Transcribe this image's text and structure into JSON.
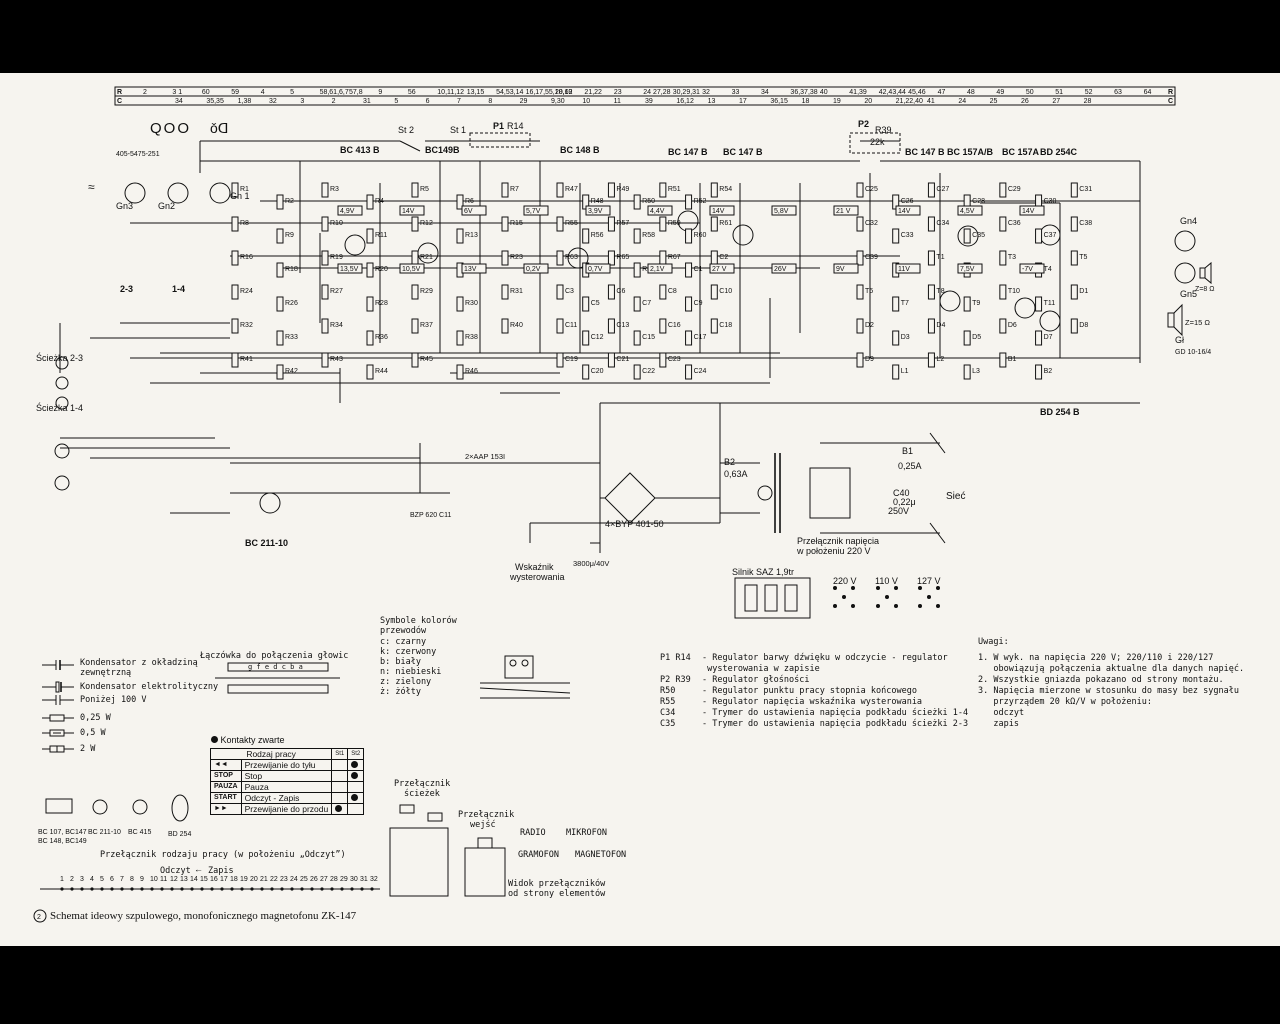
{
  "header_ruler": {
    "row_r_label": "R",
    "row_c_label": "C",
    "row_r_numbers": [
      "2",
      "3 1",
      "60",
      "59",
      "4",
      "5",
      "58,61,6,7",
      "57,8",
      "9",
      "56",
      "10,11,12",
      "13,15",
      "54,53,14",
      "16,17,55,18,19",
      "20,62",
      "21,22",
      "23",
      "24 27,28",
      "30,29,31",
      "32",
      "33",
      "34",
      "36,37,38",
      "40",
      "41,39",
      "42,43,44",
      "45,46",
      "47",
      "48",
      "49",
      "50",
      "51",
      "52",
      "63",
      "64"
    ],
    "row_c_numbers": [
      "34",
      "35,35",
      "1,38",
      "32",
      "3",
      "2",
      "31",
      "5",
      "6",
      "7",
      "8",
      "29",
      "9,30",
      "10",
      "11",
      "39",
      "16,12",
      "13",
      "17",
      "36,15",
      "18",
      "19",
      "20",
      "21,22,40",
      "41",
      "24",
      "25",
      "26",
      "27",
      "28"
    ]
  },
  "transistor_labels": [
    "BC 413 B",
    "BC149B",
    "BC 148 B",
    "BC 147 B",
    "BC 147 B",
    "BC 147 B",
    "BC 157A/B",
    "BC 157A",
    "BD 254C",
    "BD 254 B",
    "BC 211-10"
  ],
  "switch_labels": [
    "St 2",
    "St 1",
    "P1",
    "R14",
    "P2",
    "R39",
    "22k"
  ],
  "part_code": "405-5475-251",
  "connector_labels": [
    "Gn3",
    "Gn2",
    "Gn 1",
    "Gn4",
    "Gn5",
    "Gł",
    "GD 10-16/4",
    "Z=15 Ω",
    "Z=8 Ω"
  ],
  "track_labels": [
    "Ścieżka 2-3",
    "Ścieżka 1-4",
    "2-3",
    "1-4"
  ],
  "component_labels": [
    "R1",
    "R2",
    "R3",
    "R4",
    "R5",
    "R6",
    "R7",
    "R8",
    "R9",
    "R10",
    "R11",
    "R12",
    "R13",
    "R15",
    "R16",
    "R18",
    "R19",
    "R20",
    "R21",
    "R22",
    "R23",
    "R24",
    "R26",
    "R27",
    "R28",
    "R29",
    "R30",
    "R31",
    "R32",
    "R33",
    "R34",
    "R36",
    "R37",
    "R38",
    "R40",
    "R41",
    "R42",
    "R43",
    "R44",
    "R45",
    "R46",
    "R47",
    "R48",
    "R49",
    "R50",
    "R51",
    "R52",
    "R54",
    "R55",
    "R56",
    "R57",
    "R58",
    "R59",
    "R60",
    "R61",
    "R63",
    "R64",
    "R65",
    "R66",
    "R67",
    "C1",
    "C2",
    "C3",
    "C5",
    "C6",
    "C7",
    "C8",
    "C9",
    "C10",
    "C11",
    "C12",
    "C13",
    "C15",
    "C16",
    "C17",
    "C18",
    "C19",
    "C20",
    "C21",
    "C22",
    "C23",
    "C24",
    "C25",
    "C26",
    "C27",
    "C28",
    "C29",
    "C30",
    "C31",
    "C32",
    "C33",
    "C34",
    "C35",
    "C36",
    "C37",
    "C38",
    "C39",
    "C40",
    "T1",
    "T2",
    "T3",
    "T4",
    "T5",
    "T6",
    "T7",
    "T8",
    "T9",
    "T10",
    "T11",
    "D1",
    "D2",
    "D3",
    "D4",
    "D5",
    "D6",
    "D7",
    "D8",
    "D9",
    "L1",
    "L2",
    "L3",
    "B1",
    "B2"
  ],
  "voltage_labels": [
    "4,9V",
    "14V",
    "6V",
    "5,7V",
    "3,9V",
    "4,4V",
    "14V",
    "5,8V",
    "21 V",
    "14V",
    "4,5V",
    "14V",
    "13,5V",
    "10,5V",
    "13V",
    "0,2V",
    "0,7V",
    "2,1V",
    "27 V",
    "26V",
    "9V",
    "11V",
    "7,5V",
    "-7V"
  ],
  "power_section": {
    "bridge_label": "4×BYP 401-50",
    "fuse_b1": "B1",
    "fuse_b1_value": "0,25A",
    "fuse_b2": "B2",
    "fuse_b2_value": "0,63A",
    "c40": "C40",
    "c40_value": "0,22μ",
    "c40_voltage": "250V",
    "mains_label": "Sieć",
    "voltage_selector_caption": "Przełącznik napięcia",
    "voltage_selector_sub": "w położeniu 220 V",
    "meter_caption_1": "Wskaźnik",
    "meter_caption_2": "wysterowania",
    "c39_value": "3800μ/40V",
    "diode_ref": "2×AAP 153I",
    "zener": "BZP 620 C11"
  },
  "motor_section": {
    "motor_caption": "Silnik SAZ 1,9tr",
    "voltages": [
      "220 V",
      "110 V",
      "127 V"
    ]
  },
  "legend": {
    "capacitor_lines": [
      "Kondensator z okładziną",
      "zewnętrzną",
      "Kondensator elektrolityczny",
      "Poniżej 100 V"
    ],
    "resistor_lines": [
      "0,25 W",
      "0,5 W",
      "2 W"
    ],
    "head_connector_title": "Łączówka do połączenia głowic",
    "head_connector_letters": "g f e d c b a",
    "color_title_1": "Symbole kolorów",
    "color_title_2": "przewodów",
    "colors": [
      "c: czarny",
      "k: czerwony",
      "b: biały",
      "n: niebieski",
      "z: zielony",
      "ż: żółty"
    ],
    "contacts_closed": "Kontakty zwarte",
    "mode_table_header": "Rodzaj pracy",
    "mode_table_cols": [
      "St1",
      "St2"
    ],
    "mode_table_rows": [
      {
        "code": "◄◄",
        "label": "Przewijanie do tyłu",
        "st1": false,
        "st2": true
      },
      {
        "code": "STOP",
        "label": "Stop",
        "st1": false,
        "st2": true
      },
      {
        "code": "PAUZA",
        "label": "Pauza",
        "st1": false,
        "st2": false
      },
      {
        "code": "START",
        "label": "Odczyt - Zapis",
        "st1": false,
        "st2": true
      },
      {
        "code": "►►",
        "label": "Przewijanie do przodu",
        "st1": true,
        "st2": false
      }
    ],
    "transistor_pinouts": [
      "BC 107, BC147",
      "BC 148, BC149",
      "BC 211-10",
      "BC 415",
      "BD 254"
    ],
    "mode_switch_title": "Przełącznik rodzaju pracy (w położeniu „Odczyt”)",
    "mode_switch_read": "Odczyt",
    "mode_switch_write": "Zapis",
    "mode_switch_numbers": [
      "1",
      "2",
      "3",
      "4",
      "5",
      "6",
      "7",
      "8",
      "9",
      "10",
      "11",
      "12",
      "13",
      "14",
      "15",
      "16",
      "17",
      "18",
      "19",
      "20",
      "21",
      "22",
      "23",
      "24",
      "25",
      "26",
      "27",
      "28",
      "29",
      "30",
      "31",
      "32"
    ],
    "track_switch_title_1": "Przełącznik",
    "track_switch_title_2": "ścieżek",
    "input_switch_title_1": "Przełącznik",
    "input_switch_title_2": "wejść",
    "inputs": [
      "RADIO",
      "MIKROFON",
      "GRAMOFON",
      "MAGNETOFON"
    ],
    "switch_view_1": "Widok przełączników",
    "switch_view_2": "od strony elementów"
  },
  "regulators": [
    {
      "ref": "P1 R14",
      "desc": "Regulator barwy dźwięku w odczycie - regulator"
    },
    {
      "ref": "",
      "desc": "wysterowania w zapisie"
    },
    {
      "ref": "P2 R39",
      "desc": "Regulator głośności"
    },
    {
      "ref": "R50",
      "desc": "Regulator punktu pracy stopnia końcowego"
    },
    {
      "ref": "R55",
      "desc": "Regulator napięcia wskaźnika wysterowania"
    },
    {
      "ref": "C34",
      "desc": "Trymer do ustawienia napięcia podkładu ścieżki 1-4"
    },
    {
      "ref": "C35",
      "desc": "Trymer do ustawienia napięcia podkładu ścieżki 2-3"
    }
  ],
  "notes": {
    "title": "Uwagi:",
    "items": [
      "1. W wyk. na napięcia 220 V; 220/110 i 220/127",
      "   obowiązują połączenia aktualne dla danych napięć.",
      "2. Wszystkie gniazda pokazano od strony montażu.",
      "3. Napięcia mierzone w stosunku do masy bez sygnału",
      "   przyrządem 20 kΩ/V w położeniu:",
      "   odczyt",
      "   zapis"
    ]
  },
  "caption": "Schemat ideowy szpulowego, monofonicznego magnetofonu ZK-147",
  "caption_number": "2"
}
